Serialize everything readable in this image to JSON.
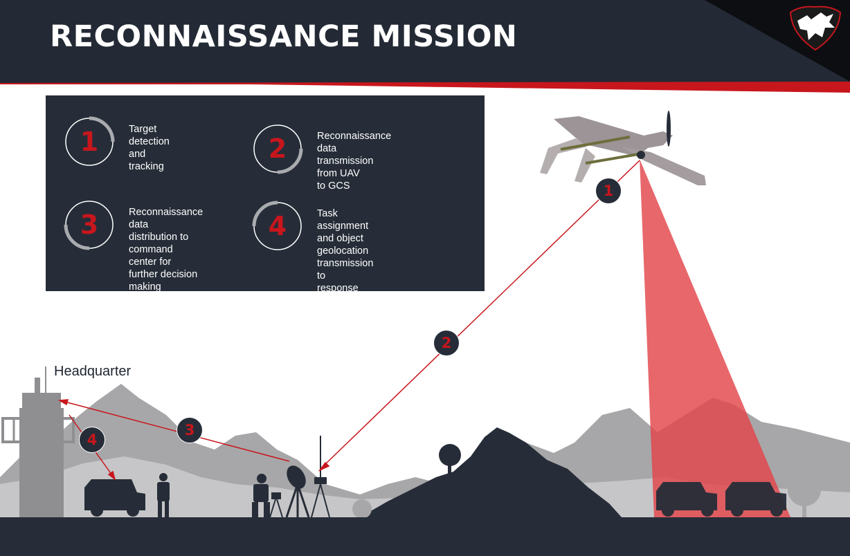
{
  "header": {
    "title": "RECONNAISSANCE MISSION"
  },
  "steps": [
    {
      "number": "1",
      "text": "Target detection\nand tracking"
    },
    {
      "number": "2",
      "text": "Reconnaissance data\ntransmission from UAV\nto GCS"
    },
    {
      "number": "3",
      "text": "Reconnaissance data\ndistribution to\ncommand center for\nfurther decision\nmaking"
    },
    {
      "number": "4",
      "text": "Task assignment and object\ngeolocation transmission to\nresponse unit"
    }
  ],
  "scene": {
    "headquarter_label": "Headquarter",
    "badges": [
      "1",
      "2",
      "3",
      "4"
    ]
  },
  "colors": {
    "navy": "#232a35",
    "accent_red": "#c8161d",
    "beam_red": "#e2454b",
    "mountain_grey": "#a7a7a9",
    "silhouette": "#262d38"
  }
}
